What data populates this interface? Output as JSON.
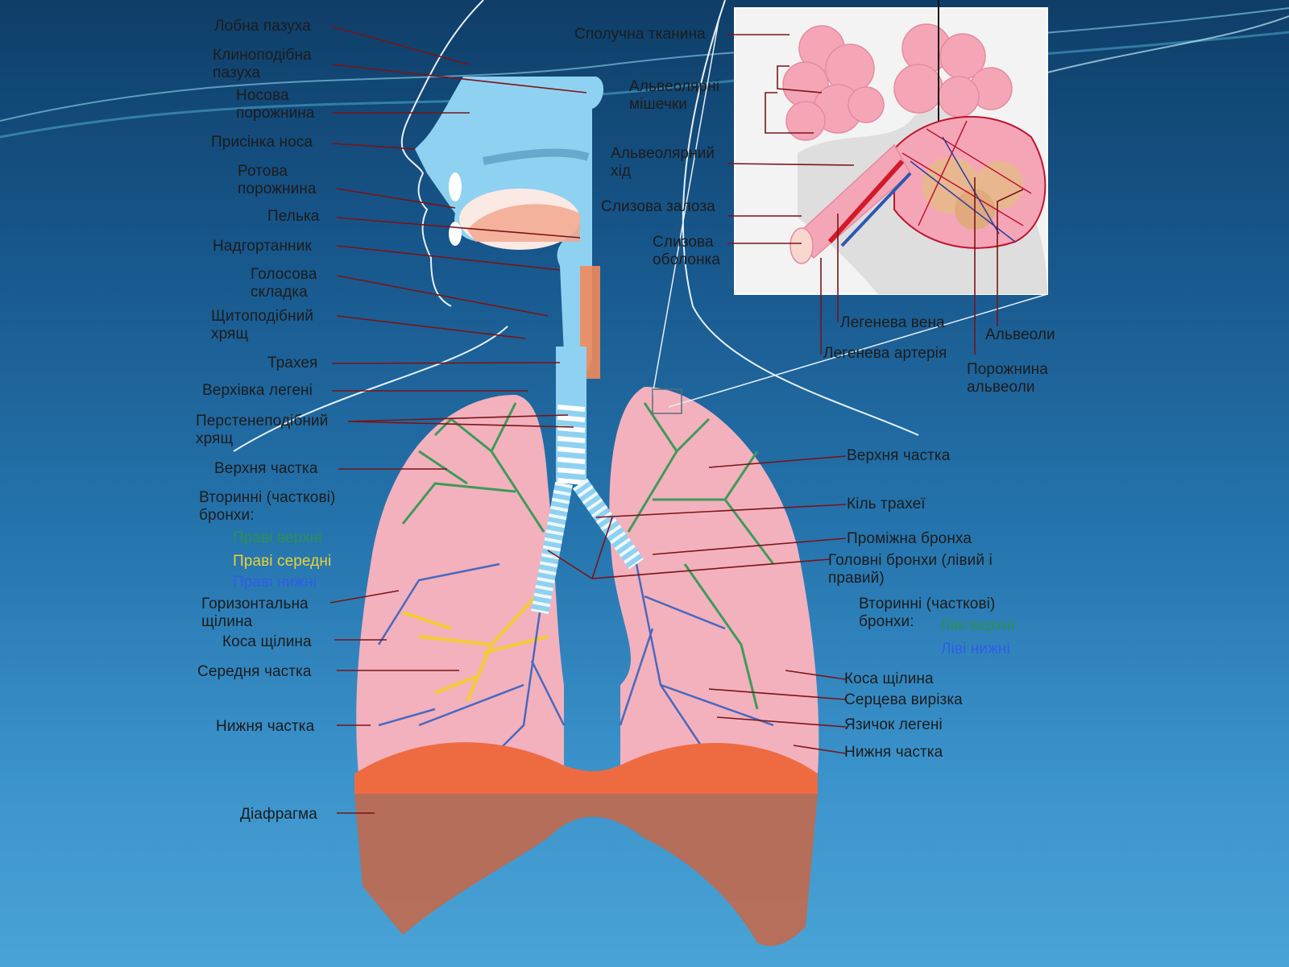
{
  "colors": {
    "leader": "#7a1418",
    "airway": "#8fd1f1",
    "lung": "#f3b1bd",
    "diaphragm": "#c1694c",
    "bronchi_upper": "#3f9a5a",
    "bronchi_middle": "#f2cd35",
    "bronchi_lower": "#2d5cbf"
  },
  "labels": {
    "frontal_sinus": "Лобна пазуха",
    "sphenoid_sinus": "Клиноподібна\nпазуха",
    "nasal_cavity": "Носова\nпорожнина",
    "nasal_vestibule": "Присінка носа",
    "oral_cavity": "Ротова\nпорожнина",
    "palate": "Пелька",
    "epiglottis": "Надгортанник",
    "vocal_fold": "Голосова\nскладка",
    "thyroid_cartilage": "Щитоподібний\nхрящ",
    "trachea": "Трахея",
    "lung_apex": "Верхівка легені",
    "cricoid_cartilage": "Перстенеподібний\nхрящ",
    "right_upper_lobe": "Верхня частка",
    "secondary_bronchi_right": "Вторинні (часткові)\nбронхи:",
    "right_upper": "Праві верхні",
    "right_middle": "Праві середні",
    "right_lower": "Праві нижні",
    "horizontal_fissure": "Горизонтальна\nщілина",
    "oblique_fissure_right": "Коса щілина",
    "middle_lobe": "Середня частка",
    "right_lower_lobe": "Нижня частка",
    "diaphragm": "Діафрагма",
    "connective_tissue": "Сполучна тканина",
    "alveolar_sacs": "Альвеолярні\nмішечки",
    "alveolar_duct": "Альвеолярний\nхід",
    "mucous_gland": "Слизова залоза",
    "mucous_membrane": "Слизова\nоболонка",
    "pulmonary_vein": "Легенева вена",
    "pulmonary_artery": "Легенева артерія",
    "alveoli": "Альвеоли",
    "alveolar_cavity": "Порожнина\nальвеоли",
    "left_upper_lobe": "Верхня частка",
    "carina": "Кіль трахеї",
    "intermediate_bronchus": "Проміжна бронха",
    "main_bronchi": "Головні бронхи (лівий і\nправий)",
    "secondary_bronchi_left": "Вторинні (часткові)\nбронхи:",
    "left_upper": "Ліві верхні",
    "left_lower": "Ліві нижні",
    "oblique_fissure_left": "Коса щілина",
    "cardiac_notch": "Серцева вирізка",
    "lingula": "Язичок легені",
    "left_lower_lobe": "Нижня частка"
  }
}
